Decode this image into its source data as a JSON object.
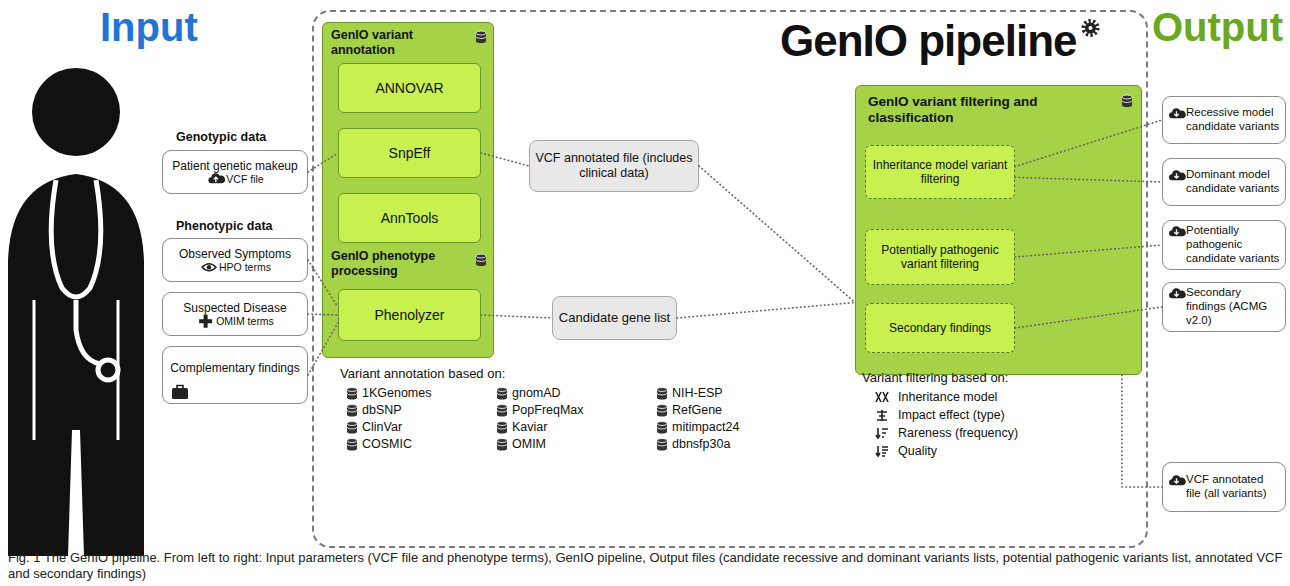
{
  "diagram": {
    "caption": "Fig. 1 The GenIO pipeline. From left to right: Input parameters (VCF file and phenotype terms), GenIO pipeline, Output files (candidate recessive and dominant variants lists, potential pathogenic variants list, annotated VCF and secondary findings)",
    "nodes": [
      {
        "text": [
          "Patient genetic makeup",
          "VCF file"
        ]
      },
      {
        "text": [
          "Observed Symptoms",
          "HPO terms"
        ]
      },
      {
        "text": [
          "Suspected Disease",
          "OMIM terms"
        ]
      },
      {
        "text": [
          "Complementary findings"
        ]
      },
      {
        "text": [
          "GenIO pipeline"
        ]
      },
      {
        "text": [
          "GenIO variant annotation",
          "GenIO phenotype processing"
        ],
        "in": 4
      },
      {
        "text": [
          "ANNOVAR"
        ],
        "in": 5
      },
      {
        "text": [
          "SnpEff"
        ],
        "in": 5
      },
      {
        "text": [
          "AnnTools"
        ],
        "in": 5
      },
      {
        "text": [
          "Phenolyzer"
        ],
        "in": 5
      },
      {
        "text": [
          "VCF annotated file (includes clinical data)"
        ],
        "in": 4
      },
      {
        "text": [
          "Candidate gene list"
        ],
        "in": 4
      },
      {
        "text": [
          "GenIO variant filtering and classification"
        ],
        "in": 4
      },
      {
        "text": [
          "Inheritance model variant filtering"
        ],
        "in": 12
      },
      {
        "text": [
          "Potentially pathogenic variant filtering"
        ],
        "in": 12
      },
      {
        "text": [
          "Secondary findings"
        ],
        "in": 12
      },
      {
        "text": [
          "Recessive model candidate variants"
        ]
      },
      {
        "text": [
          "Dominant model candidate variants"
        ]
      },
      {
        "text": [
          "Potentially pathogenic candidate variants"
        ]
      },
      {
        "text": [
          "Secondary findings (ACMG v2.0)"
        ]
      },
      {
        "text": [
          "VCF annotated file (all variants)"
        ]
      }
    ],
    "edges": [
      {
        "from": 0,
        "to": 7,
        "arrow": "none"
      },
      {
        "from": 7,
        "to": 10,
        "arrow": "none"
      },
      {
        "from": 1,
        "to": 9,
        "arrow": "none"
      },
      {
        "from": 2,
        "to": 9,
        "arrow": "none"
      },
      {
        "from": 3,
        "to": 9,
        "arrow": "none"
      },
      {
        "from": 9,
        "to": 11,
        "arrow": "none"
      },
      {
        "from": 10,
        "to": 12,
        "arrow": "none"
      },
      {
        "from": 11,
        "to": 12,
        "arrow": "none"
      },
      {
        "from": 13,
        "to": 16,
        "arrow": "none"
      },
      {
        "from": 13,
        "to": 17,
        "arrow": "none"
      },
      {
        "from": 14,
        "to": 18,
        "arrow": "none"
      },
      {
        "from": 15,
        "to": 19,
        "arrow": "none"
      },
      {
        "from": 12,
        "to": 20,
        "arrow": "none"
      }
    ],
    "labels": [
      "Input",
      "Genotypic data",
      "Phenotypic data",
      "Variant annotation based on:",
      "1KGenomes",
      "dbSNP",
      "ClinVar",
      "COSMIC",
      "gnomAD",
      "PopFreqMax",
      "Kaviar",
      "OMIM",
      "NIH-ESP",
      "RefGene",
      "mitimpact24",
      "dbnsfp30a",
      "Variant filtering based on:",
      "Inheritance model",
      "Impact effect (type)",
      "Rareness (frequency)",
      "Quality",
      "Output"
    ]
  }
}
